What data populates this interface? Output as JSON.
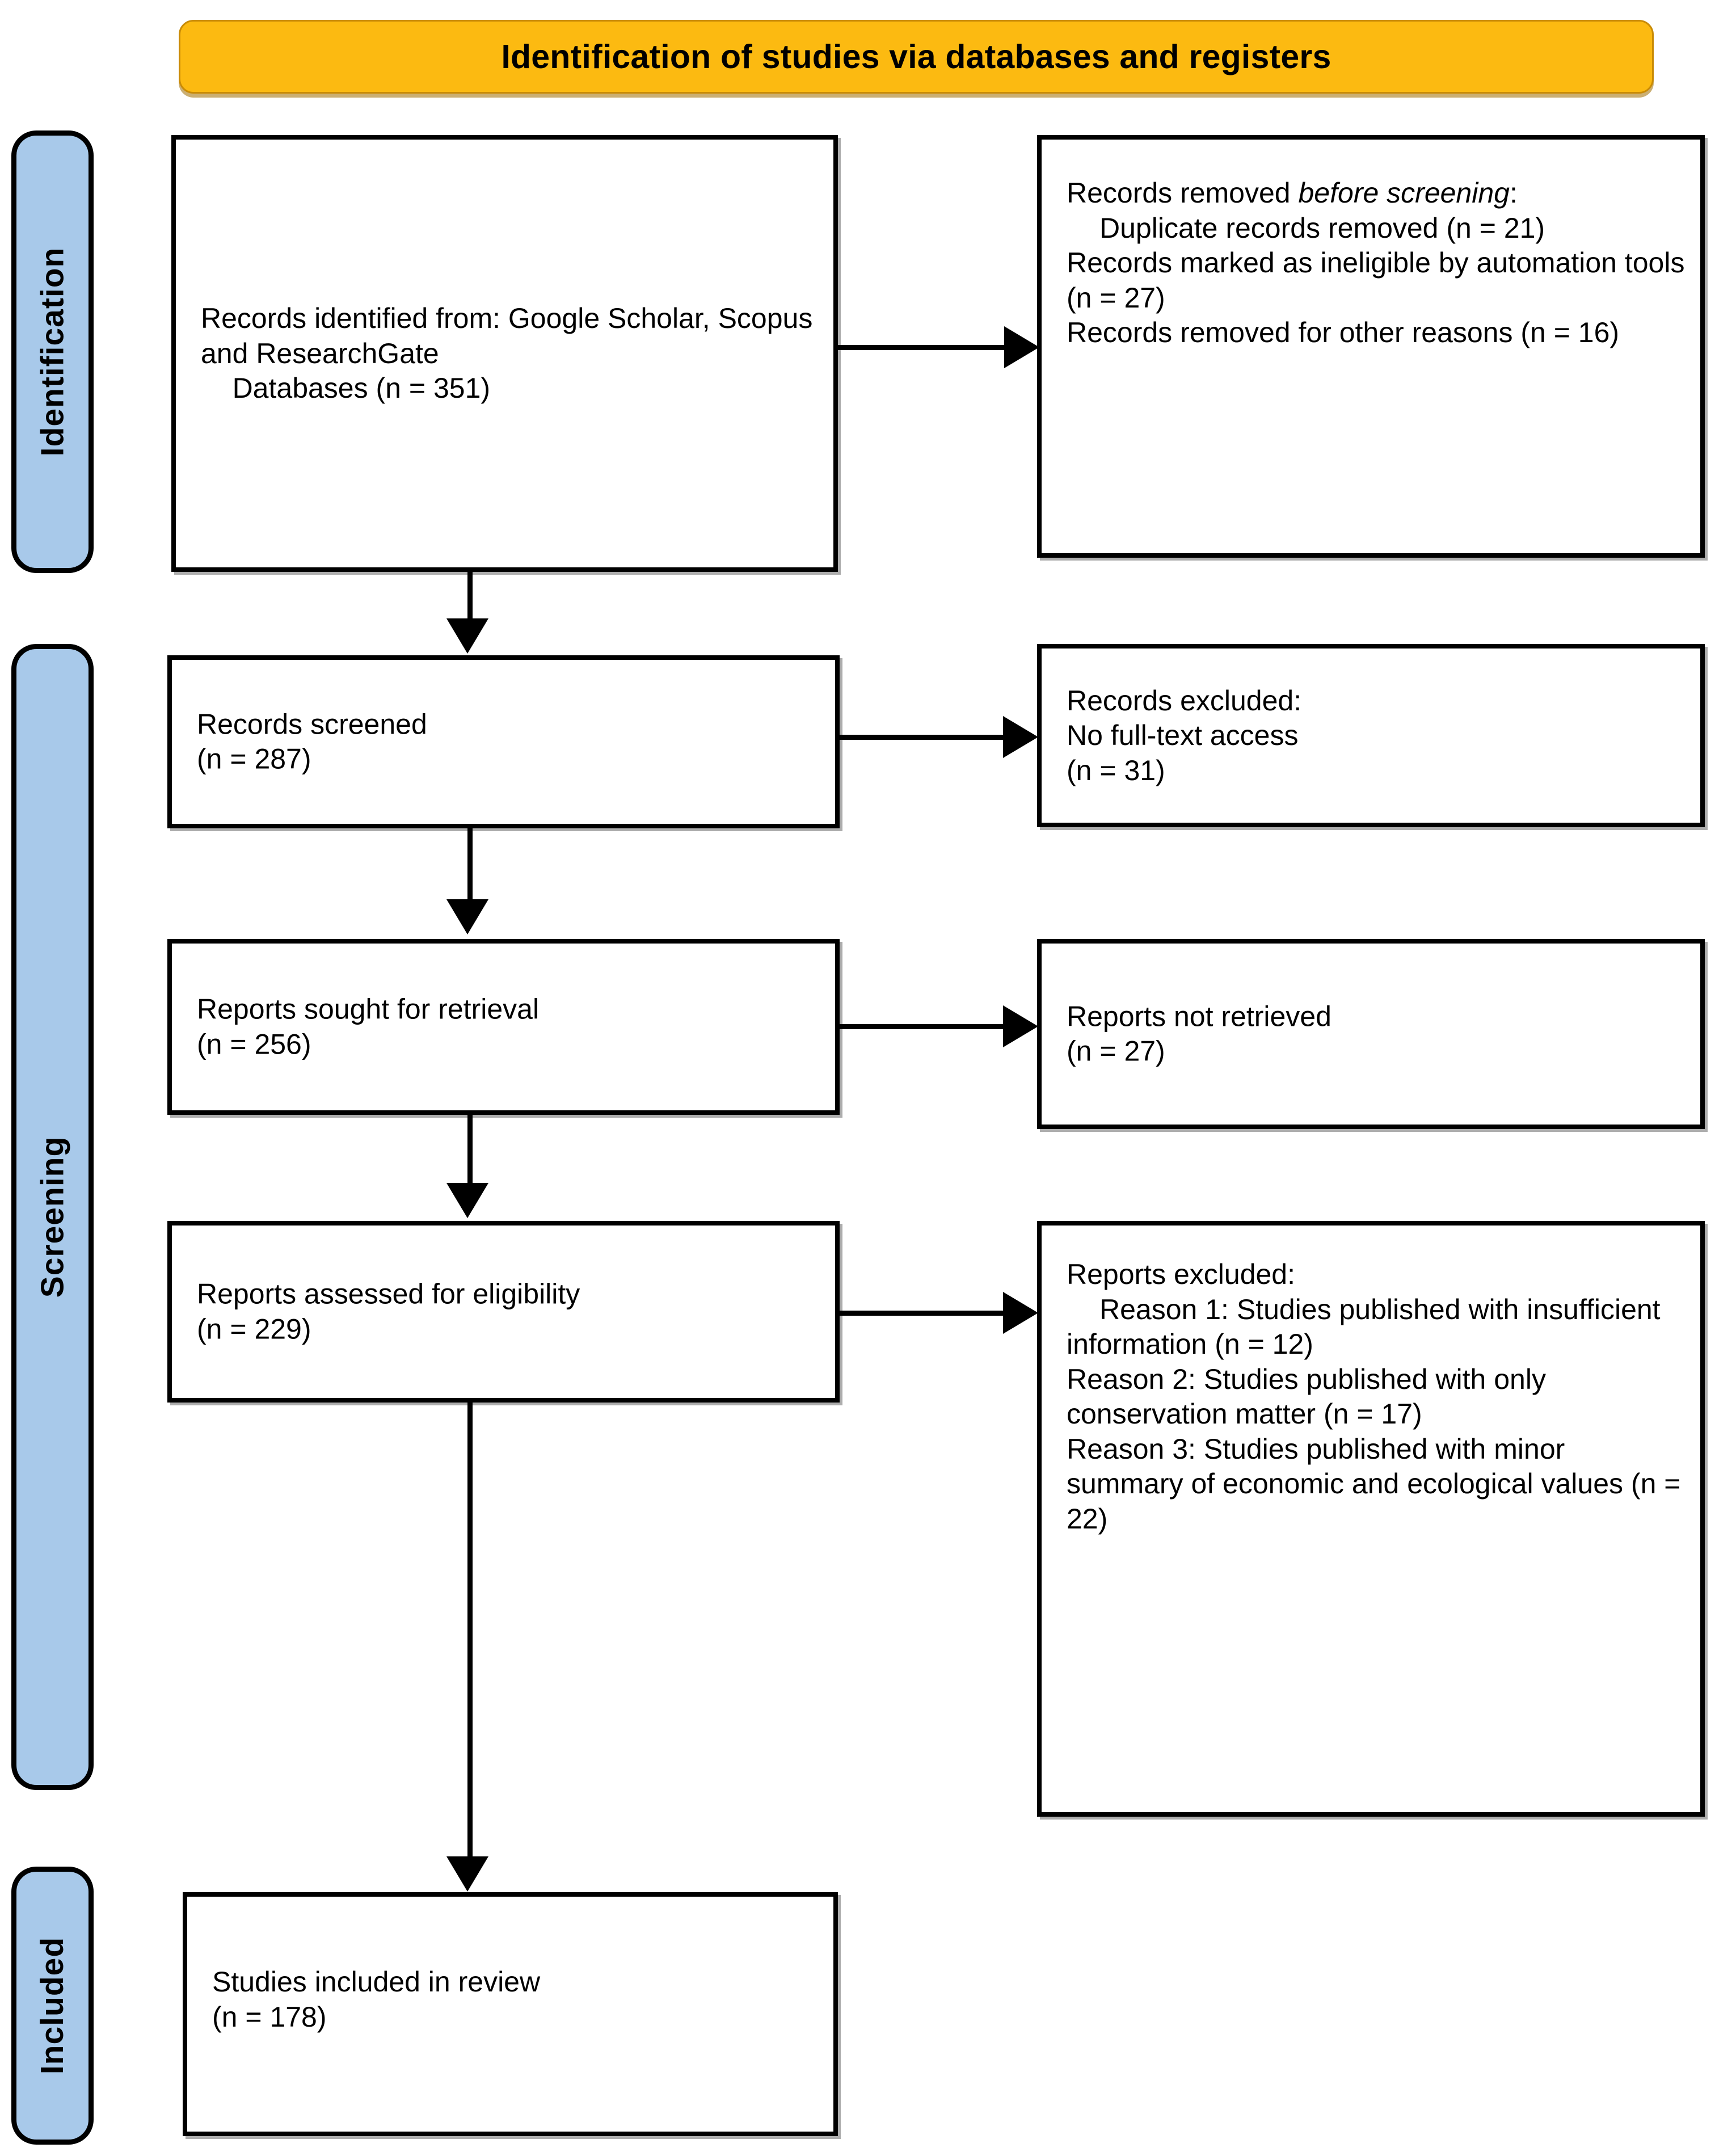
{
  "diagram": {
    "type": "prisma-flow-diagram",
    "header": {
      "title": "Identification of studies via databases and registers",
      "color": "#FCBA11"
    },
    "stages": [
      {
        "id": "identification",
        "label": "Identification",
        "color": "#A8C9EA"
      },
      {
        "id": "screening",
        "label": "Screening",
        "color": "#A8C9EA"
      },
      {
        "id": "included",
        "label": "Included",
        "color": "#A8C9EA"
      }
    ],
    "left_column": {
      "identified": {
        "text": "Records identified from: Google Scholar, Scopus and ResearchGate\n    Databases (n = 351)",
        "n": 351
      },
      "screened": {
        "text": "Records screened\n(n = 287)",
        "n": 287
      },
      "sought": {
        "text": "Reports sought for retrieval\n(n = 256)",
        "n": 256
      },
      "assessed": {
        "text": "Reports assessed for eligibility\n(n = 229)",
        "n": 229
      },
      "included": {
        "text": "Studies included in review\n(n = 178)",
        "n": 178
      }
    },
    "right_column": {
      "removed_before_screening": {
        "heading_plain": "Records removed ",
        "heading_italic": "before screening",
        "heading_colon": ":",
        "items": [
          "Duplicate records removed (n = 21)",
          "Records marked as ineligible by automation tools (n = 27)",
          "Records removed for other reasons (n = 16)"
        ],
        "counts": [
          21,
          27,
          16
        ]
      },
      "records_excluded": {
        "text": "Records excluded:\nNo full-text access\n(n = 31)",
        "n": 31
      },
      "reports_not_retrieved": {
        "text": "Reports not retrieved\n(n = 27)",
        "n": 27
      },
      "reports_excluded": {
        "heading": "Reports excluded:",
        "items": [
          "Reason 1: Studies published with insufficient information (n = 12)",
          "Reason 2: Studies published with only conservation matter (n = 17)",
          "Reason 3: Studies published with minor summary of economic and ecological values (n = 22)"
        ],
        "counts": [
          12,
          17,
          22
        ]
      }
    }
  }
}
